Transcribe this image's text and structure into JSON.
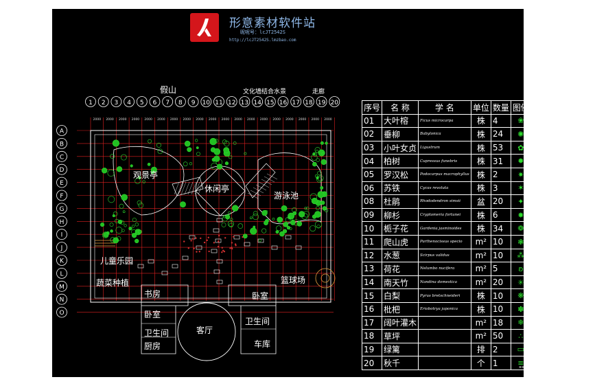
{
  "watermark": {
    "site_name": "形意素材软件站",
    "qq_line": "昵呢号：lcJT2542S",
    "url_line": "http://lcJT2542S.lmzbao.com"
  },
  "plan": {
    "labels": {
      "rockery": "假山",
      "water_feature": "文化墙结合水景",
      "corridor": "走廊",
      "viewing_pavilion": "观景亭",
      "rest_pavilion": "休闲亭",
      "pool": "游泳池",
      "kids_park": "儿童乐园",
      "vegetables": "蔬菜种植",
      "basketball": "篮球场",
      "study": "书房",
      "bedroom_l": "卧室",
      "bedroom_r": "卧室",
      "bathroom_l": "卫生间",
      "bathroom_r": "卫生间",
      "kitchen": "厨房",
      "living": "客厅",
      "garage": "车库"
    },
    "col_markers": [
      "1",
      "2",
      "3",
      "4",
      "5",
      "6",
      "7",
      "8",
      "9",
      "10",
      "11",
      "12",
      "13",
      "14",
      "15",
      "16",
      "17",
      "18",
      "19",
      "20"
    ],
    "row_markers": [
      "A",
      "B",
      "C",
      "D",
      "E",
      "F",
      "G",
      "H",
      "I",
      "J",
      "K",
      "L",
      "M",
      "N",
      "O"
    ],
    "dim_label": "2000"
  },
  "legend": {
    "headers": {
      "no": "序号",
      "name": "名 称",
      "sci": "学 名",
      "unit": "单位",
      "qty": "数量",
      "icon": "图例"
    },
    "rows": [
      {
        "no": "01",
        "name": "大叶榕",
        "sci": "Ficus microcarpa",
        "unit": "株",
        "qty": "4",
        "icon": "❀"
      },
      {
        "no": "02",
        "name": "垂柳",
        "sci": "Babylonica",
        "unit": "株",
        "qty": "24",
        "icon": "✺"
      },
      {
        "no": "03",
        "name": "小叶女贞",
        "sci": "Ligustrum",
        "unit": "株",
        "qty": "53",
        "icon": "✿"
      },
      {
        "no": "04",
        "name": "柏树",
        "sci": "Cupressus funebris",
        "unit": "株",
        "qty": "31",
        "icon": "✹"
      },
      {
        "no": "05",
        "name": "罗汉松",
        "sci": "Podocarpus macrophyllus",
        "unit": "株",
        "qty": "2",
        "icon": "✷"
      },
      {
        "no": "06",
        "name": "苏铁",
        "sci": "Cycas revoluta",
        "unit": "株",
        "qty": "3",
        "icon": "✶"
      },
      {
        "no": "08",
        "name": "杜鹃",
        "sci": "Rhododendron simsii",
        "unit": "盆",
        "qty": "20",
        "icon": "✦"
      },
      {
        "no": "09",
        "name": "柳杉",
        "sci": "Cryptomeria fortunei",
        "unit": "株",
        "qty": "6",
        "icon": "✸"
      },
      {
        "no": "10",
        "name": "栀子花",
        "sci": "Gardenia jasminoides",
        "unit": "株",
        "qty": "34",
        "icon": "❁"
      },
      {
        "no": "11",
        "name": "爬山虎",
        "sci": "Parthenocissus specio",
        "unit": "m²",
        "qty": "10",
        "icon": "❃"
      },
      {
        "no": "12",
        "name": "水葱",
        "sci": "Scirpus validus",
        "unit": "m²",
        "qty": "10",
        "icon": "⁂"
      },
      {
        "no": "13",
        "name": "荷花",
        "sci": "Nelumbo nucifera",
        "unit": "m²",
        "qty": "5",
        "icon": "ʚ"
      },
      {
        "no": "14",
        "name": "南天竹",
        "sci": "Nandina domestica",
        "unit": "m²",
        "qty": "20",
        "icon": "✳"
      },
      {
        "no": "15",
        "name": "白梨",
        "sci": "Pyrus bretschneideri",
        "unit": "株",
        "qty": "10",
        "icon": "❋"
      },
      {
        "no": "16",
        "name": "枇杷",
        "sci": "Eriobotrya japonica",
        "unit": "株",
        "qty": "10",
        "icon": "✽"
      },
      {
        "no": "17",
        "name": "阔叶灌木",
        "sci": "",
        "unit": "m²",
        "qty": "18",
        "icon": "❄"
      },
      {
        "no": "18",
        "name": "草坪",
        "sci": "",
        "unit": "m²",
        "qty": "50",
        "icon": "∴"
      },
      {
        "no": "19",
        "name": "绿篱",
        "sci": "",
        "unit": "排",
        "qty": "2",
        "icon": "▭"
      },
      {
        "no": "20",
        "name": "秋千",
        "sci": "",
        "unit": "个",
        "qty": "1",
        "icon": "≡"
      }
    ]
  }
}
